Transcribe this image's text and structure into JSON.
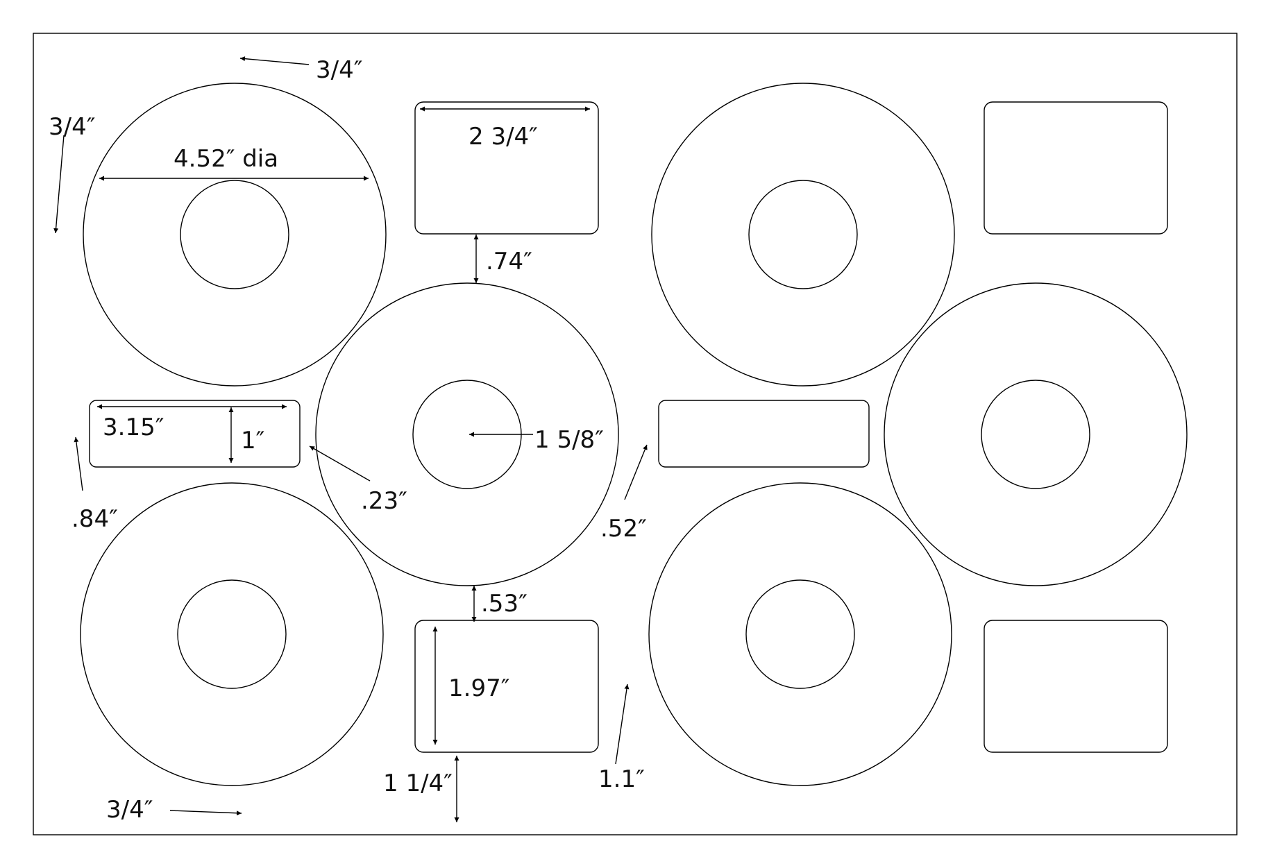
{
  "diagram": {
    "dimensions": {
      "top_margin": "3/4″",
      "left_margin": "3/4″",
      "bottom_margin": "3/4″",
      "cd_diameter": "4.52″ dia",
      "spine_width": "3.15″",
      "spine_height": "1″",
      "spine_gap": ".23″",
      "spine_offset": ".84″",
      "hub_diameter": "1 5/8″",
      "label_gap_top": ".74″",
      "top_label_width": "2 3/4″",
      "center_gap": ".52″",
      "label_gap_bottom": ".53″",
      "bottom_label_height": "1.97″",
      "bottom_offset": "1 1/4″",
      "right_offset": "1.1″"
    }
  }
}
